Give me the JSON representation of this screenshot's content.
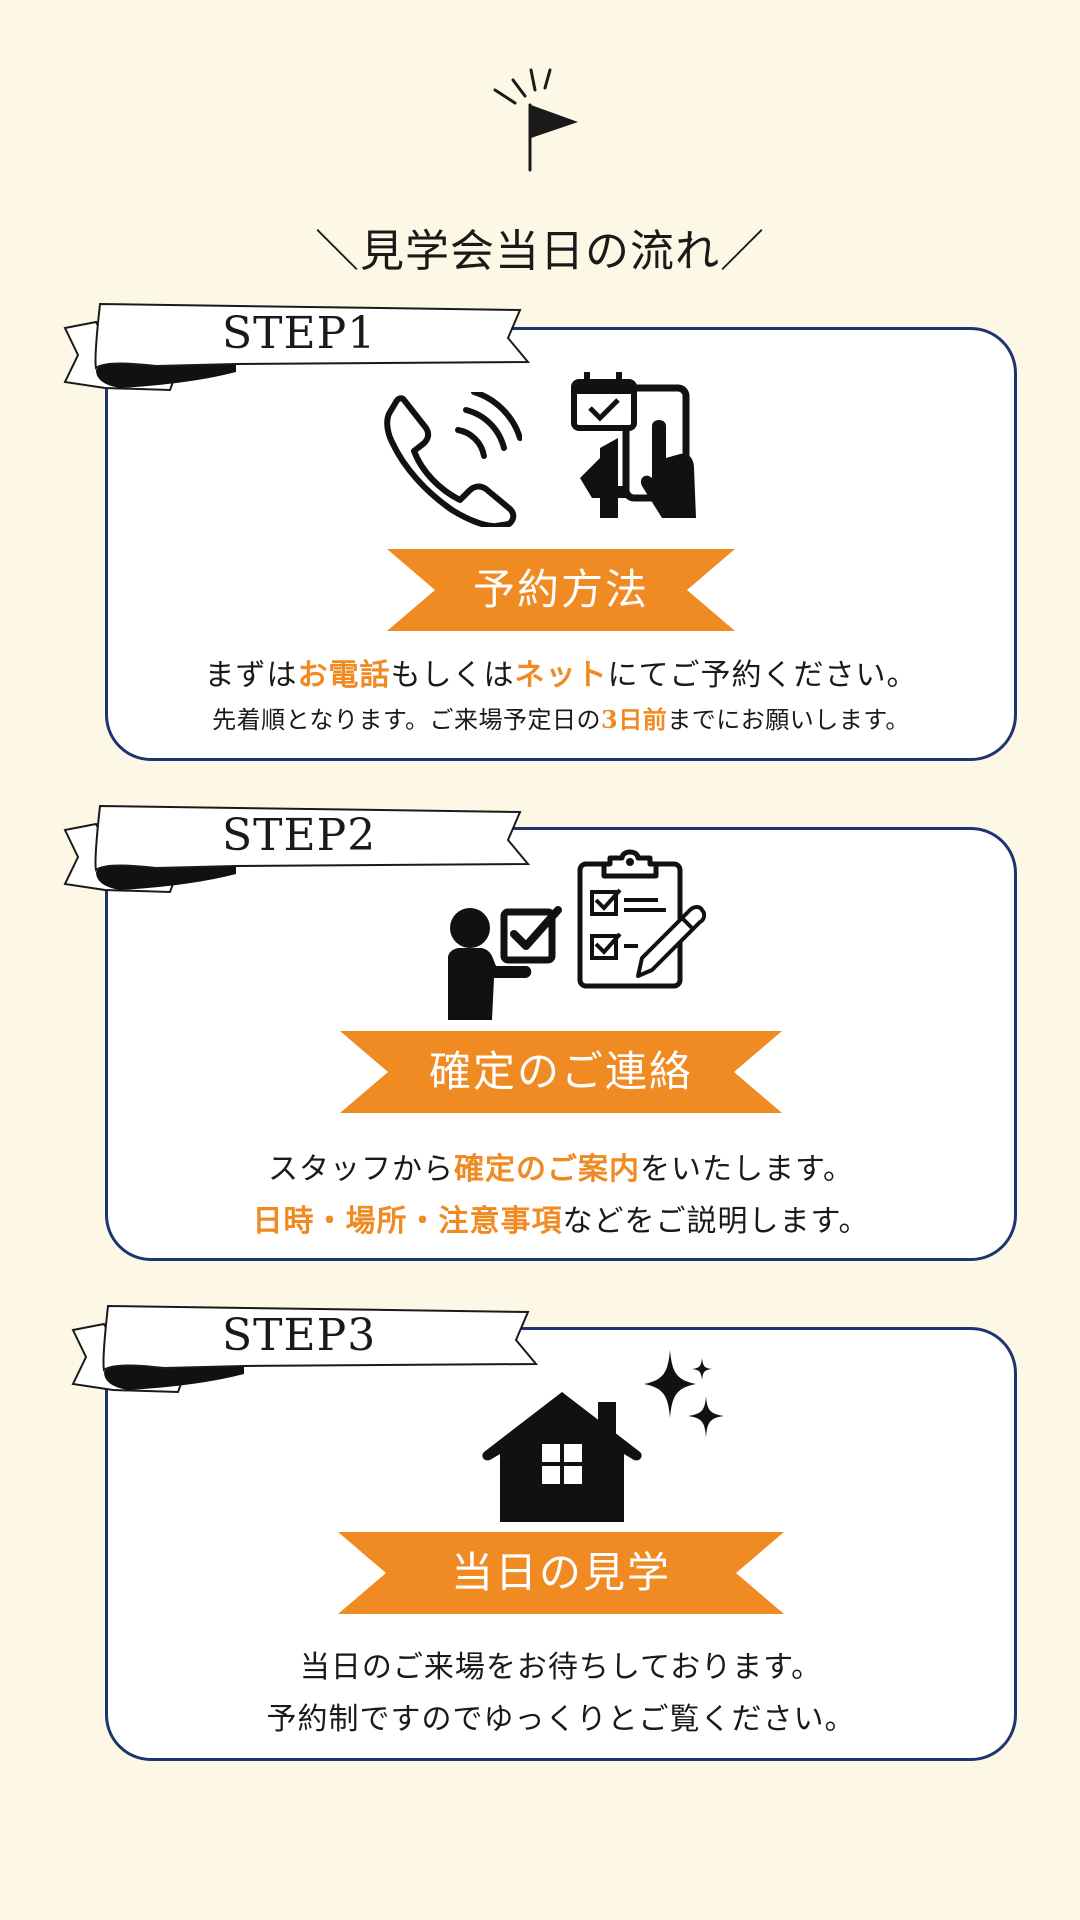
{
  "page": {
    "title": "＼見学会当日の流れ／",
    "colors": {
      "accent": "#f08a23",
      "border": "#1c3470",
      "background": "#fdf8e6",
      "card": "#ffffff"
    }
  },
  "steps": [
    {
      "label": "STEP1",
      "icons": [
        "phone-icon",
        "tablet-booking-icon"
      ],
      "banner": "予約方法",
      "lines": [
        [
          {
            "t": "まずは"
          },
          {
            "t": "お電話",
            "hl": true
          },
          {
            "t": "もしくは"
          },
          {
            "t": "ネット",
            "hl": true
          },
          {
            "t": "にてご予約ください。"
          }
        ],
        [
          {
            "t": "先着順となります。ご来場予定日の"
          },
          {
            "t": "3日前",
            "hl": true
          },
          {
            "t": "までにお願いします。"
          }
        ]
      ]
    },
    {
      "label": "STEP2",
      "icons": [
        "person-check-icon",
        "clipboard-checklist-icon"
      ],
      "banner": "確定のご連絡",
      "lines": [
        [
          {
            "t": "スタッフから"
          },
          {
            "t": "確定のご案内",
            "hl": true
          },
          {
            "t": "をいたします。"
          }
        ],
        [
          {
            "t": "日時・場所・注意事項",
            "hl": true
          },
          {
            "t": "などをご説明します。"
          }
        ]
      ]
    },
    {
      "label": "STEP3",
      "icons": [
        "house-icon",
        "sparkle-icon"
      ],
      "banner": "当日の見学",
      "lines": [
        [
          {
            "t": "当日のご来場をお待ちしております。"
          }
        ],
        [
          {
            "t": "予約制ですのでゆっくりとご覧ください。"
          }
        ]
      ]
    }
  ]
}
